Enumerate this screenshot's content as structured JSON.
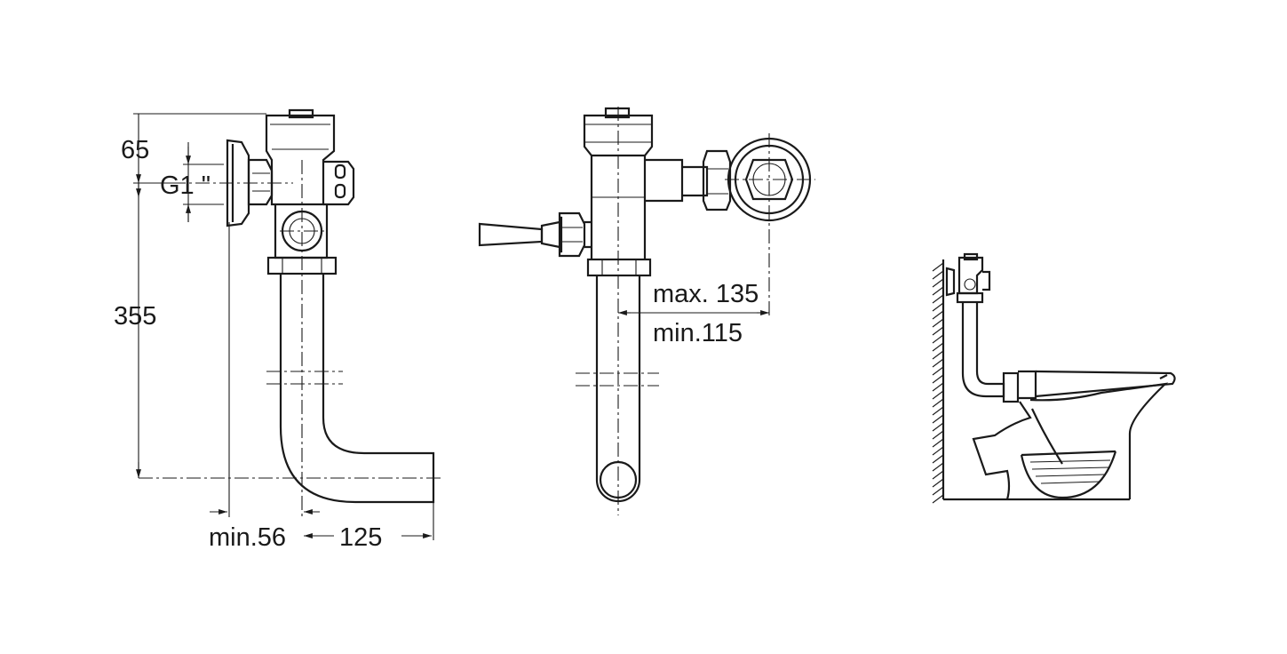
{
  "dimensions": {
    "top_offset": "65",
    "thread": "G1 \"",
    "height": "355",
    "wall_min": "min.56",
    "pipe_length": "125",
    "reach_max": "max. 135",
    "reach_min": "min.115"
  },
  "icons": {
    "side_view": "flush-valve-side-view",
    "front_view": "flush-valve-front-view",
    "installed_view": "toilet-installation-view"
  }
}
